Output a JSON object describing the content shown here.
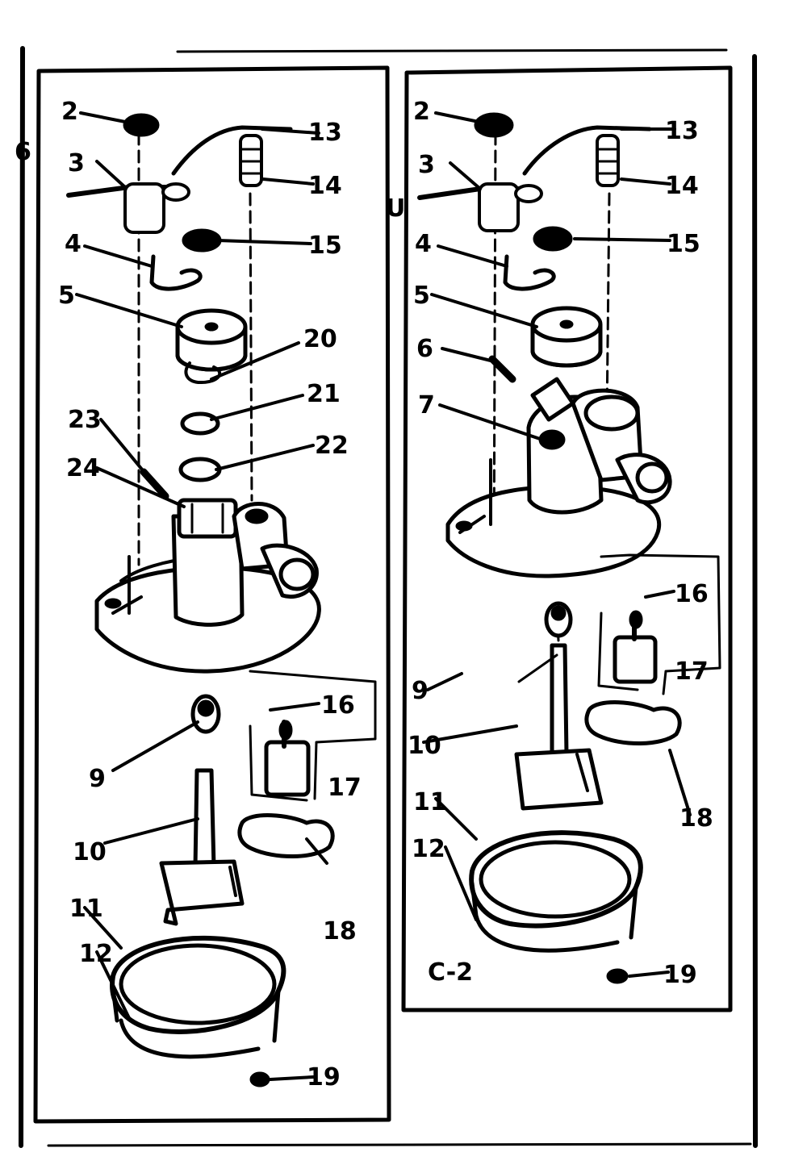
{
  "left_panel": {
    "callouts": [
      "2",
      "3",
      "4",
      "5",
      "9",
      "10",
      "11",
      "12",
      "13",
      "14",
      "15",
      "16",
      "17",
      "18",
      "19",
      "20",
      "21",
      "22",
      "23",
      "24"
    ]
  },
  "right_panel": {
    "callouts": [
      "2",
      "3",
      "4",
      "5",
      "6",
      "7",
      "9",
      "10",
      "11",
      "12",
      "13",
      "14",
      "15",
      "16",
      "17",
      "18",
      "19"
    ],
    "section_label": "C-2"
  },
  "edge_marks": {
    "left": "6",
    "divider": "U"
  },
  "colors": {
    "ink": "#000000",
    "paper": "#ffffff"
  }
}
